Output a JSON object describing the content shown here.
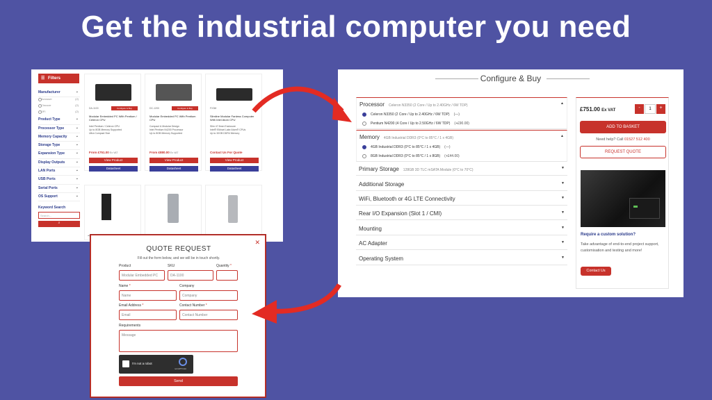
{
  "headline": "Get the industrial computer you need",
  "listing": {
    "filters_label": "Filters",
    "filters": [
      "Manufacturer",
      "Product Type",
      "Processor Type",
      "Memory Capacity",
      "Storage Type",
      "Expansion Type",
      "Display Outputs",
      "LAN Ports",
      "USB Ports",
      "Serial Ports",
      "OS Support"
    ],
    "manufacturer_options": [
      {
        "label": "Acrosser",
        "count": "(2)"
      },
      {
        "label": "Cincoze",
        "count": "(2)"
      },
      {
        "label": "DFI",
        "count": "(2)"
      }
    ],
    "keyword_label": "Keyword Search",
    "keyword_placeholder": "Search...",
    "cards": [
      {
        "code": "DA-1100",
        "badge": "Configure & Buy",
        "name": "Modular Embedded PC With Pentium / Celeron CPU",
        "features": "Intel Pentium / Celeron CPU\nUp to 8GB Memory Supported\nUltra Compact Size",
        "price": "From £751.00",
        "price_suffix": "Ex VAT",
        "view": "View Product",
        "data": "Datasheet"
      },
      {
        "code": "DC-1200",
        "badge": "Configure & Buy",
        "name": "Modular Embedded PC With Pentium CPU",
        "features": "Compact & Modular Design\nIntel Pentium N4200 Processor\nUp to 8GB Memory Supported",
        "price": "From £880.00",
        "price_suffix": "Ex VAT",
        "view": "View Product",
        "data": "Datasheet"
      },
      {
        "code": "FX3M",
        "badge": "",
        "name": "Slimline Modular Fanless Computer With Intel Atom CPU",
        "features": "Slim 47.5mm Enclosure\nIntel® Elkhart Lake Atom® CPUs\nUp to 32GB DDR4 Memory",
        "price": "Contact Us For Quote",
        "price_suffix": "",
        "view": "View Product",
        "data": "Datasheet"
      }
    ]
  },
  "quote": {
    "title": "QUOTE REQUEST",
    "subtitle": "Fill out the form below, and we will be in touch shortly.",
    "product_label": "Product",
    "product_value": "Modular Embedded PC",
    "sku_label": "SKU",
    "sku_value": "DA-1100",
    "qty_label": "Quantity",
    "name_label": "Name",
    "name_placeholder": "Name",
    "company_label": "Company",
    "company_placeholder": "Company",
    "email_label": "Email Address",
    "email_placeholder": "Email",
    "phone_label": "Contact Number",
    "phone_placeholder": "Contact Number",
    "req_label": "Requirements",
    "req_placeholder": "Message",
    "captcha_label": "I'm not a robot",
    "captcha_brand": "reCAPTCHA",
    "send_label": "Send",
    "close": "✕",
    "required_mark": "*"
  },
  "config": {
    "title": "Configure & Buy",
    "sections": [
      {
        "title": "Processor",
        "sub": "Celeron N3350 (2 Core / Up to 2.40GHz / 6W TDP)"
      },
      {
        "title": "Memory",
        "sub": "4GB Industrial DDR3 (0°C to 85°C / 1 x 4GB)"
      },
      {
        "title": "Primary Storage",
        "sub": "128GB 3D TLC mSATA Module (0°C to 70°C)"
      },
      {
        "title": "Additional Storage",
        "sub": ""
      },
      {
        "title": "WiFi, Bluetooth or 4G LTE Connectivity",
        "sub": ""
      },
      {
        "title": "Rear I/O Expansion (Slot 1 / CMI)",
        "sub": ""
      },
      {
        "title": "Mounting",
        "sub": ""
      },
      {
        "title": "AC Adapter",
        "sub": ""
      },
      {
        "title": "Operating System",
        "sub": ""
      }
    ],
    "processor_options": [
      {
        "label": "Celeron N3350 (2 Core / Up to 2.40GHz / 6W TDP)",
        "extra": "(—)"
      },
      {
        "label": "Pentium N4200 (4 Core / Up to 2.50GHz / 6W TDP)",
        "extra": "(+£90.00)"
      }
    ],
    "memory_options": [
      {
        "label": "4GB Industrial DDR3 (0°C to 85°C / 1 x 4GB)",
        "extra": "(—)"
      },
      {
        "label": "8GB Industrial DDR3 (0°C to 85°C / 1 x 8GB)",
        "extra": "(+£44.00)"
      }
    ],
    "price": "£751.00",
    "price_suffix": "Ex VAT",
    "qty": "1",
    "minus": "-",
    "plus": "+",
    "add_label": "ADD TO BASKET",
    "help_text": "Need help? Call",
    "help_phone": "01527 512 400",
    "request_label": "REQUEST QUOTE",
    "custom_title": "Require a custom solution?",
    "custom_text": "Take advantage of end-to-end project support, customisation and testing and more!",
    "contact_label": "Contact Us"
  },
  "colors": {
    "background": "#4f53a3",
    "accent": "#c7322b",
    "navy": "#3a3f9a"
  }
}
